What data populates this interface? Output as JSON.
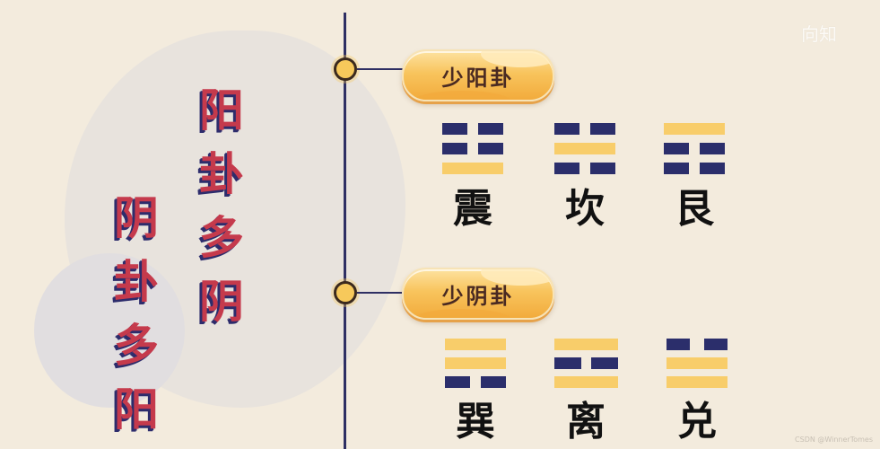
{
  "left_panel": {
    "yang_column": [
      "阳",
      "卦",
      "多",
      "阴"
    ],
    "yin_column": [
      "阴",
      "卦",
      "多",
      "阳"
    ]
  },
  "branches": [
    {
      "label": "少阳卦",
      "trigrams": [
        {
          "name": "震",
          "lines_top_to_bottom": [
            "yin",
            "yin",
            "yang"
          ]
        },
        {
          "name": "坎",
          "lines_top_to_bottom": [
            "yin",
            "yang",
            "yin"
          ]
        },
        {
          "name": "艮",
          "lines_top_to_bottom": [
            "yang",
            "yin",
            "yin"
          ]
        }
      ]
    },
    {
      "label": "少阴卦",
      "trigrams": [
        {
          "name": "巽",
          "lines_top_to_bottom": [
            "yang",
            "yang",
            "yin"
          ]
        },
        {
          "name": "离",
          "lines_top_to_bottom": [
            "yang",
            "yin",
            "yang"
          ]
        },
        {
          "name": "兑",
          "lines_top_to_bottom": [
            "yin",
            "yang",
            "yang"
          ]
        }
      ]
    }
  ],
  "colors": {
    "background": "#f3ebdd",
    "yang_line": "#f8cd6a",
    "yin_line": "#2b2e6b",
    "title_red": "#c53a4c",
    "title_shadow": "#2d2c6c",
    "connector": "#2e2f63",
    "pill_gold": "#f8c45d"
  },
  "watermarks": {
    "top_right": "向知",
    "bottom_right": "CSDN @WinnerTomes"
  }
}
